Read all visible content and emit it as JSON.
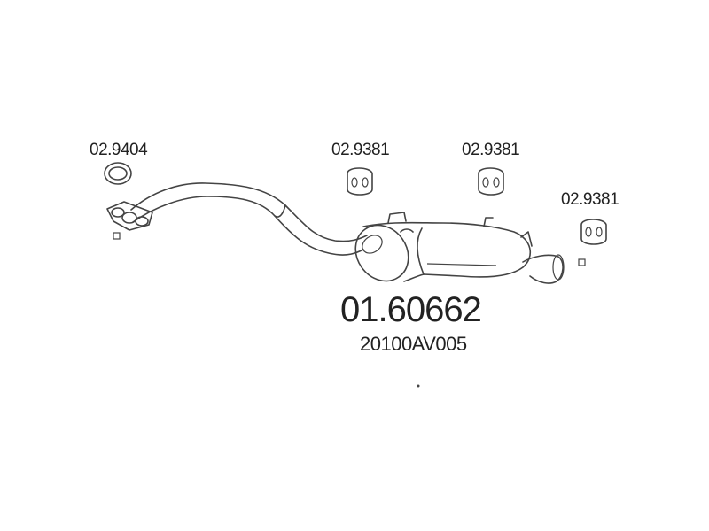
{
  "diagram": {
    "part_number": "01.60662",
    "oem_number": "20100AV005",
    "labels": {
      "gasket": "02.9404",
      "hanger_1": "02.9381",
      "hanger_2": "02.9381",
      "hanger_3": "02.9381"
    }
  }
}
